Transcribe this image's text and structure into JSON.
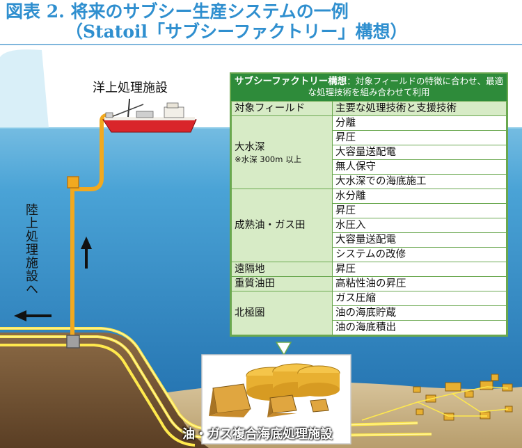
{
  "title": {
    "line1": "図表 2. 将来のサブシー生産システムの一例",
    "line2": "（Statoil「サブシーファクトリー」構想）"
  },
  "labels": {
    "offshore": "洋上処理施設",
    "onshore": "陸上処理施設へ",
    "seabed_facility": "油・ガス複合海底処理施設"
  },
  "table": {
    "header_main": "サブシーファクトリー構想",
    "header_sub": "：対象フィールドの特徴に合わせ、最適な処理技術を組み合わせて利用",
    "col_field": "対象フィールド",
    "col_tech": "主要な処理技術と支援技術",
    "rows": [
      {
        "field": "大水深",
        "note": "※水深 300m 以上",
        "techs": [
          "分離",
          "昇圧",
          "大容量送配電",
          "無人保守",
          "大水深での海底施工"
        ]
      },
      {
        "field": "成熟油・ガス田",
        "techs": [
          "水分離",
          "昇圧",
          "水圧入",
          "大容量送配電",
          "システムの改修"
        ]
      },
      {
        "field": "遠隔地",
        "techs": [
          "昇圧"
        ]
      },
      {
        "field": "重質油田",
        "techs": [
          "高粘性油の昇圧"
        ]
      },
      {
        "field": "北極圏",
        "techs": [
          "ガス圧縮",
          "油の海底貯蔵",
          "油の海底積出"
        ]
      }
    ]
  },
  "colors": {
    "title": "#2f8fcf",
    "sky": "#ffffff",
    "sea_top": "#8ccbe8",
    "sea_bottom": "#1f6fb0",
    "seabed": "#7a5a3a",
    "pipeline": "#ffe94d",
    "riser": "#f2a91f",
    "ship_hull": "#d9252a",
    "table_header": "#2e8b3a",
    "table_field_bg": "#d7ebc6"
  }
}
